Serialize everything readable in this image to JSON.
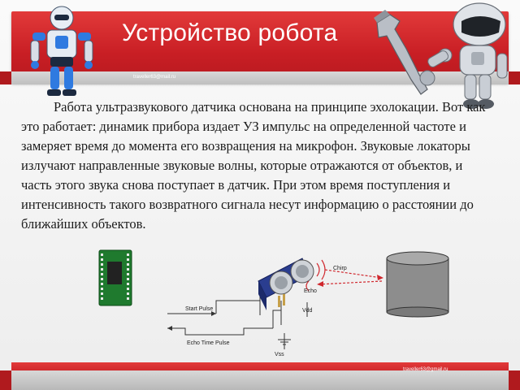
{
  "slide": {
    "title": "Устройство робота",
    "email_top": "traveller63@mail.ru",
    "email_bottom": "traveller63@gmail.ru",
    "body": "Работа ультразвукового датчика основана на принципе эхолокации. Вот как это работает: динамик прибора издает УЗ импульс на определенной частоте и замеряет время до момента его возвращения на микрофон. Звуковые локаторы излучают направленные звуковые волны, которые отражаются от объектов, и часть этого звука снова поступает в датчик. При этом время поступления и интенсивность такого возвратного сигнала несут информацию о расстоянии до ближайших объектов."
  },
  "diagram": {
    "labels": {
      "chirp": "Chirp",
      "echo": "Echo",
      "vdd": "Vdd",
      "vss": "Vss",
      "start_pulse": "Start Pulse",
      "echo_time_pulse": "Echo Time Pulse"
    }
  },
  "colors": {
    "banner_red": "#c81e24",
    "sensor_blue": "#2a3d8f",
    "arrow_red": "#d0272d",
    "pcb_green": "#1f7a2e",
    "cylinder_gray": "#8d8d8d"
  }
}
